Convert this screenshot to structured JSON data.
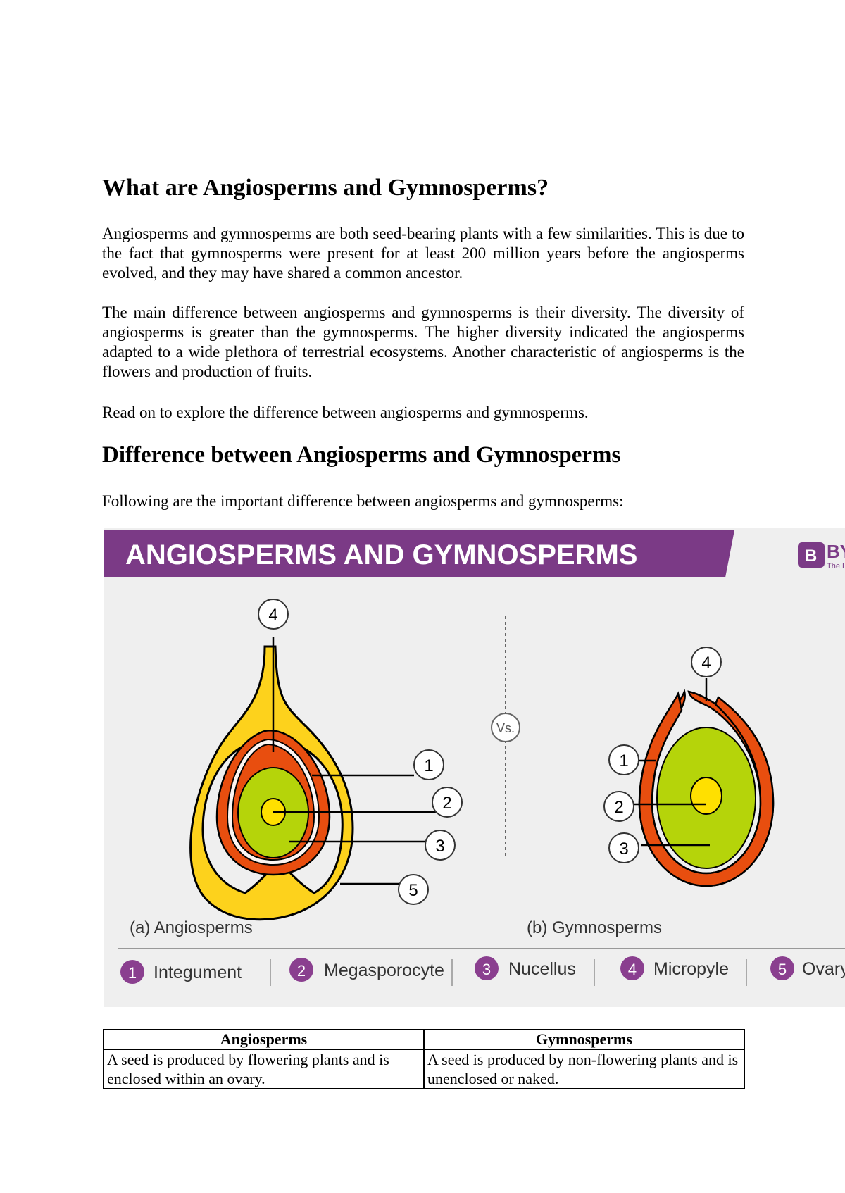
{
  "article": {
    "title": "What are Angiosperms and Gymnosperms?",
    "intro_paragraphs": [
      "Angiosperms and gymnosperms are both seed-bearing plants with a few similarities. This is due to the fact that gymnosperms were present for at least 200 million years before the angiosperms evolved, and they may have shared a common ancestor.",
      "The main difference between angiosperms and gymnosperms is their diversity. The diversity of angiosperms is greater than the gymnosperms. The higher diversity indicated the angiosperms adapted to a wide plethora of terrestrial ecosystems. Another characteristic of angiosperms is the flowers and production of fruits.",
      "Read on to explore the difference between angiosperms and gymnosperms."
    ],
    "section_title": "Difference between Angiosperms and Gymnosperms",
    "section_intro": "Following are the important difference between angiosperms and gymnosperms:"
  },
  "figure": {
    "banner_title": "ANGIOSPERMS AND GYMNOSPERMS",
    "logo_text": "BY",
    "logo_subtext": "The L",
    "vs_label": "Vs.",
    "left_caption": "(a) Angiosperms",
    "right_caption": "(b) Gymnosperms",
    "callout_numbers": [
      "1",
      "2",
      "3",
      "4",
      "5"
    ],
    "legend": [
      {
        "num": "1",
        "label": "Integument"
      },
      {
        "num": "2",
        "label": "Megasporocyte"
      },
      {
        "num": "3",
        "label": "Nucellus"
      },
      {
        "num": "4",
        "label": "Micropyle"
      },
      {
        "num": "5",
        "label": "Ovary"
      }
    ],
    "colors": {
      "banner": "#7b3a86",
      "ovary": "#fdd21c",
      "integument": "#e84e0f",
      "nucellus": "#b5d40a",
      "megasporocyte": "#ffe000",
      "legend_badge": "#8a3f8f"
    }
  },
  "table": {
    "headers": [
      "Angiosperms",
      "Gymnosperms"
    ],
    "rows": [
      [
        "A seed is produced by flowering plants and is enclosed within an ovary.",
        "A seed is produced by non-flowering plants and is unenclosed or naked."
      ]
    ]
  }
}
